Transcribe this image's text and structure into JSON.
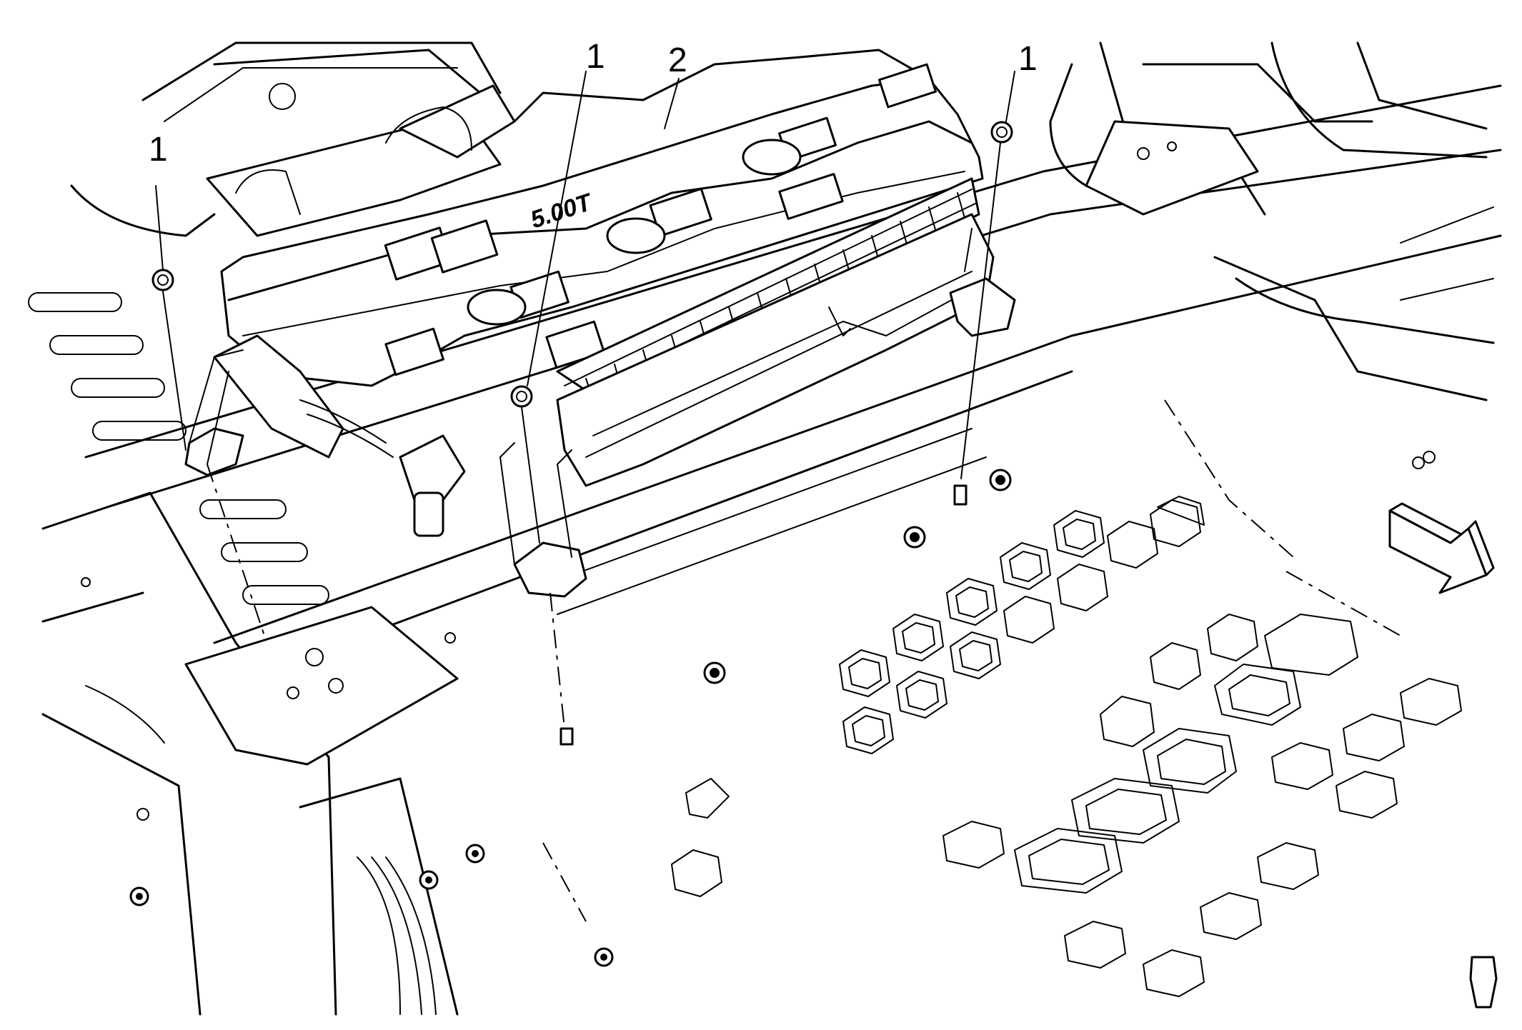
{
  "diagram": {
    "callouts": [
      {
        "id": "fastener-left",
        "label": "1"
      },
      {
        "id": "fastener-center",
        "label": "1"
      },
      {
        "id": "module",
        "label": "2"
      },
      {
        "id": "fastener-right",
        "label": "1"
      }
    ],
    "module_emblem": "5.00T",
    "icons": {
      "direction_arrow": "front-direction-arrow-icon"
    }
  }
}
